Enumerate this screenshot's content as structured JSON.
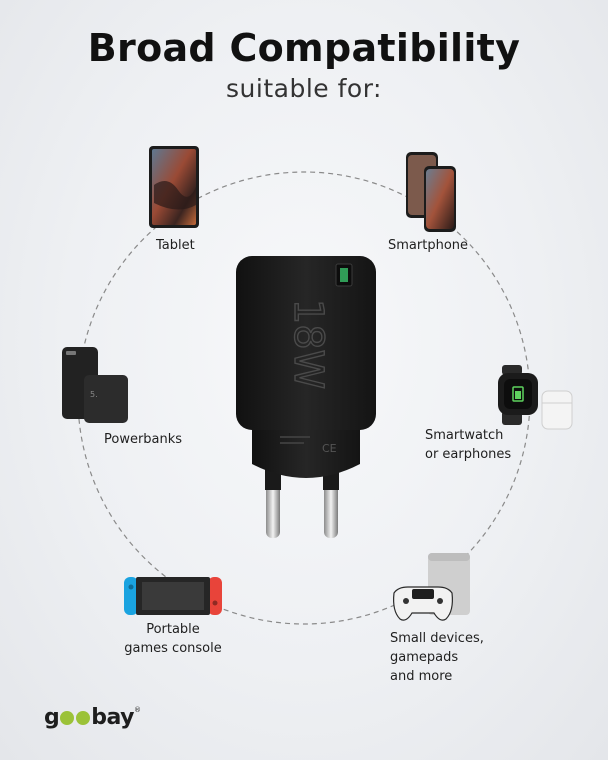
{
  "header": {
    "title": "Broad Compatibility",
    "subtitle": "suitable for:"
  },
  "charger": {
    "power": "18W",
    "mark": "CE"
  },
  "devices": [
    {
      "id": "tablet",
      "label": "Tablet"
    },
    {
      "id": "smartphone",
      "label": "Smartphone"
    },
    {
      "id": "powerbanks",
      "label": "Powerbanks"
    },
    {
      "id": "smartwatch",
      "label_lines": [
        "Smartwatch",
        "or earphones"
      ]
    },
    {
      "id": "console",
      "label_lines": [
        "Portable",
        "games console"
      ]
    },
    {
      "id": "small",
      "label_lines": [
        "Small devices,",
        "gamepads",
        "and more"
      ]
    }
  ],
  "brand": {
    "prefix": "g",
    "suffix": "bay",
    "mark": "®",
    "accent_color": "#9bc238"
  },
  "colors": {
    "circle": "#8a8a8a",
    "charger": "#1b1b1b"
  }
}
